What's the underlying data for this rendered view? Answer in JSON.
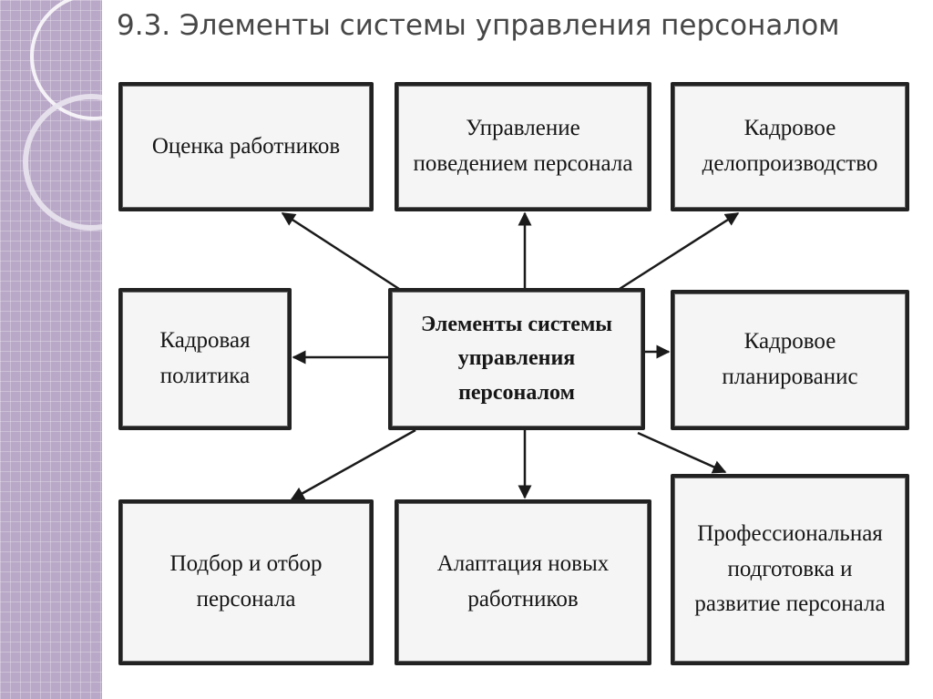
{
  "slide": {
    "title": "9.3. Элементы системы управления персоналом"
  },
  "diagram": {
    "center": {
      "label": "Элементы системы управления персоналом"
    },
    "nodes": [
      {
        "id": "top-left",
        "label": "Оценка работников"
      },
      {
        "id": "top-middle",
        "label": "Управление поведением персонала"
      },
      {
        "id": "top-right",
        "label": "Кадровое делопроизводство"
      },
      {
        "id": "middle-left",
        "label": "Кадровая политика"
      },
      {
        "id": "middle-right",
        "label": "Кадровое планированис"
      },
      {
        "id": "bottom-left",
        "label": "Подбор и отбор персонала"
      },
      {
        "id": "bottom-middle",
        "label": "Алаптация новых работников"
      },
      {
        "id": "bottom-right",
        "label": "Профессиональная подготовка и развитие персонала"
      }
    ],
    "edges": [
      {
        "from": "center",
        "to": "top-left"
      },
      {
        "from": "center",
        "to": "top-middle"
      },
      {
        "from": "center",
        "to": "top-right"
      },
      {
        "from": "center",
        "to": "middle-left"
      },
      {
        "from": "center",
        "to": "middle-right"
      },
      {
        "from": "center",
        "to": "bottom-left"
      },
      {
        "from": "center",
        "to": "bottom-middle"
      },
      {
        "from": "center",
        "to": "bottom-right"
      }
    ]
  },
  "colors": {
    "strip": "#b9a8c7",
    "box_border": "#222222",
    "title": "#474747"
  }
}
